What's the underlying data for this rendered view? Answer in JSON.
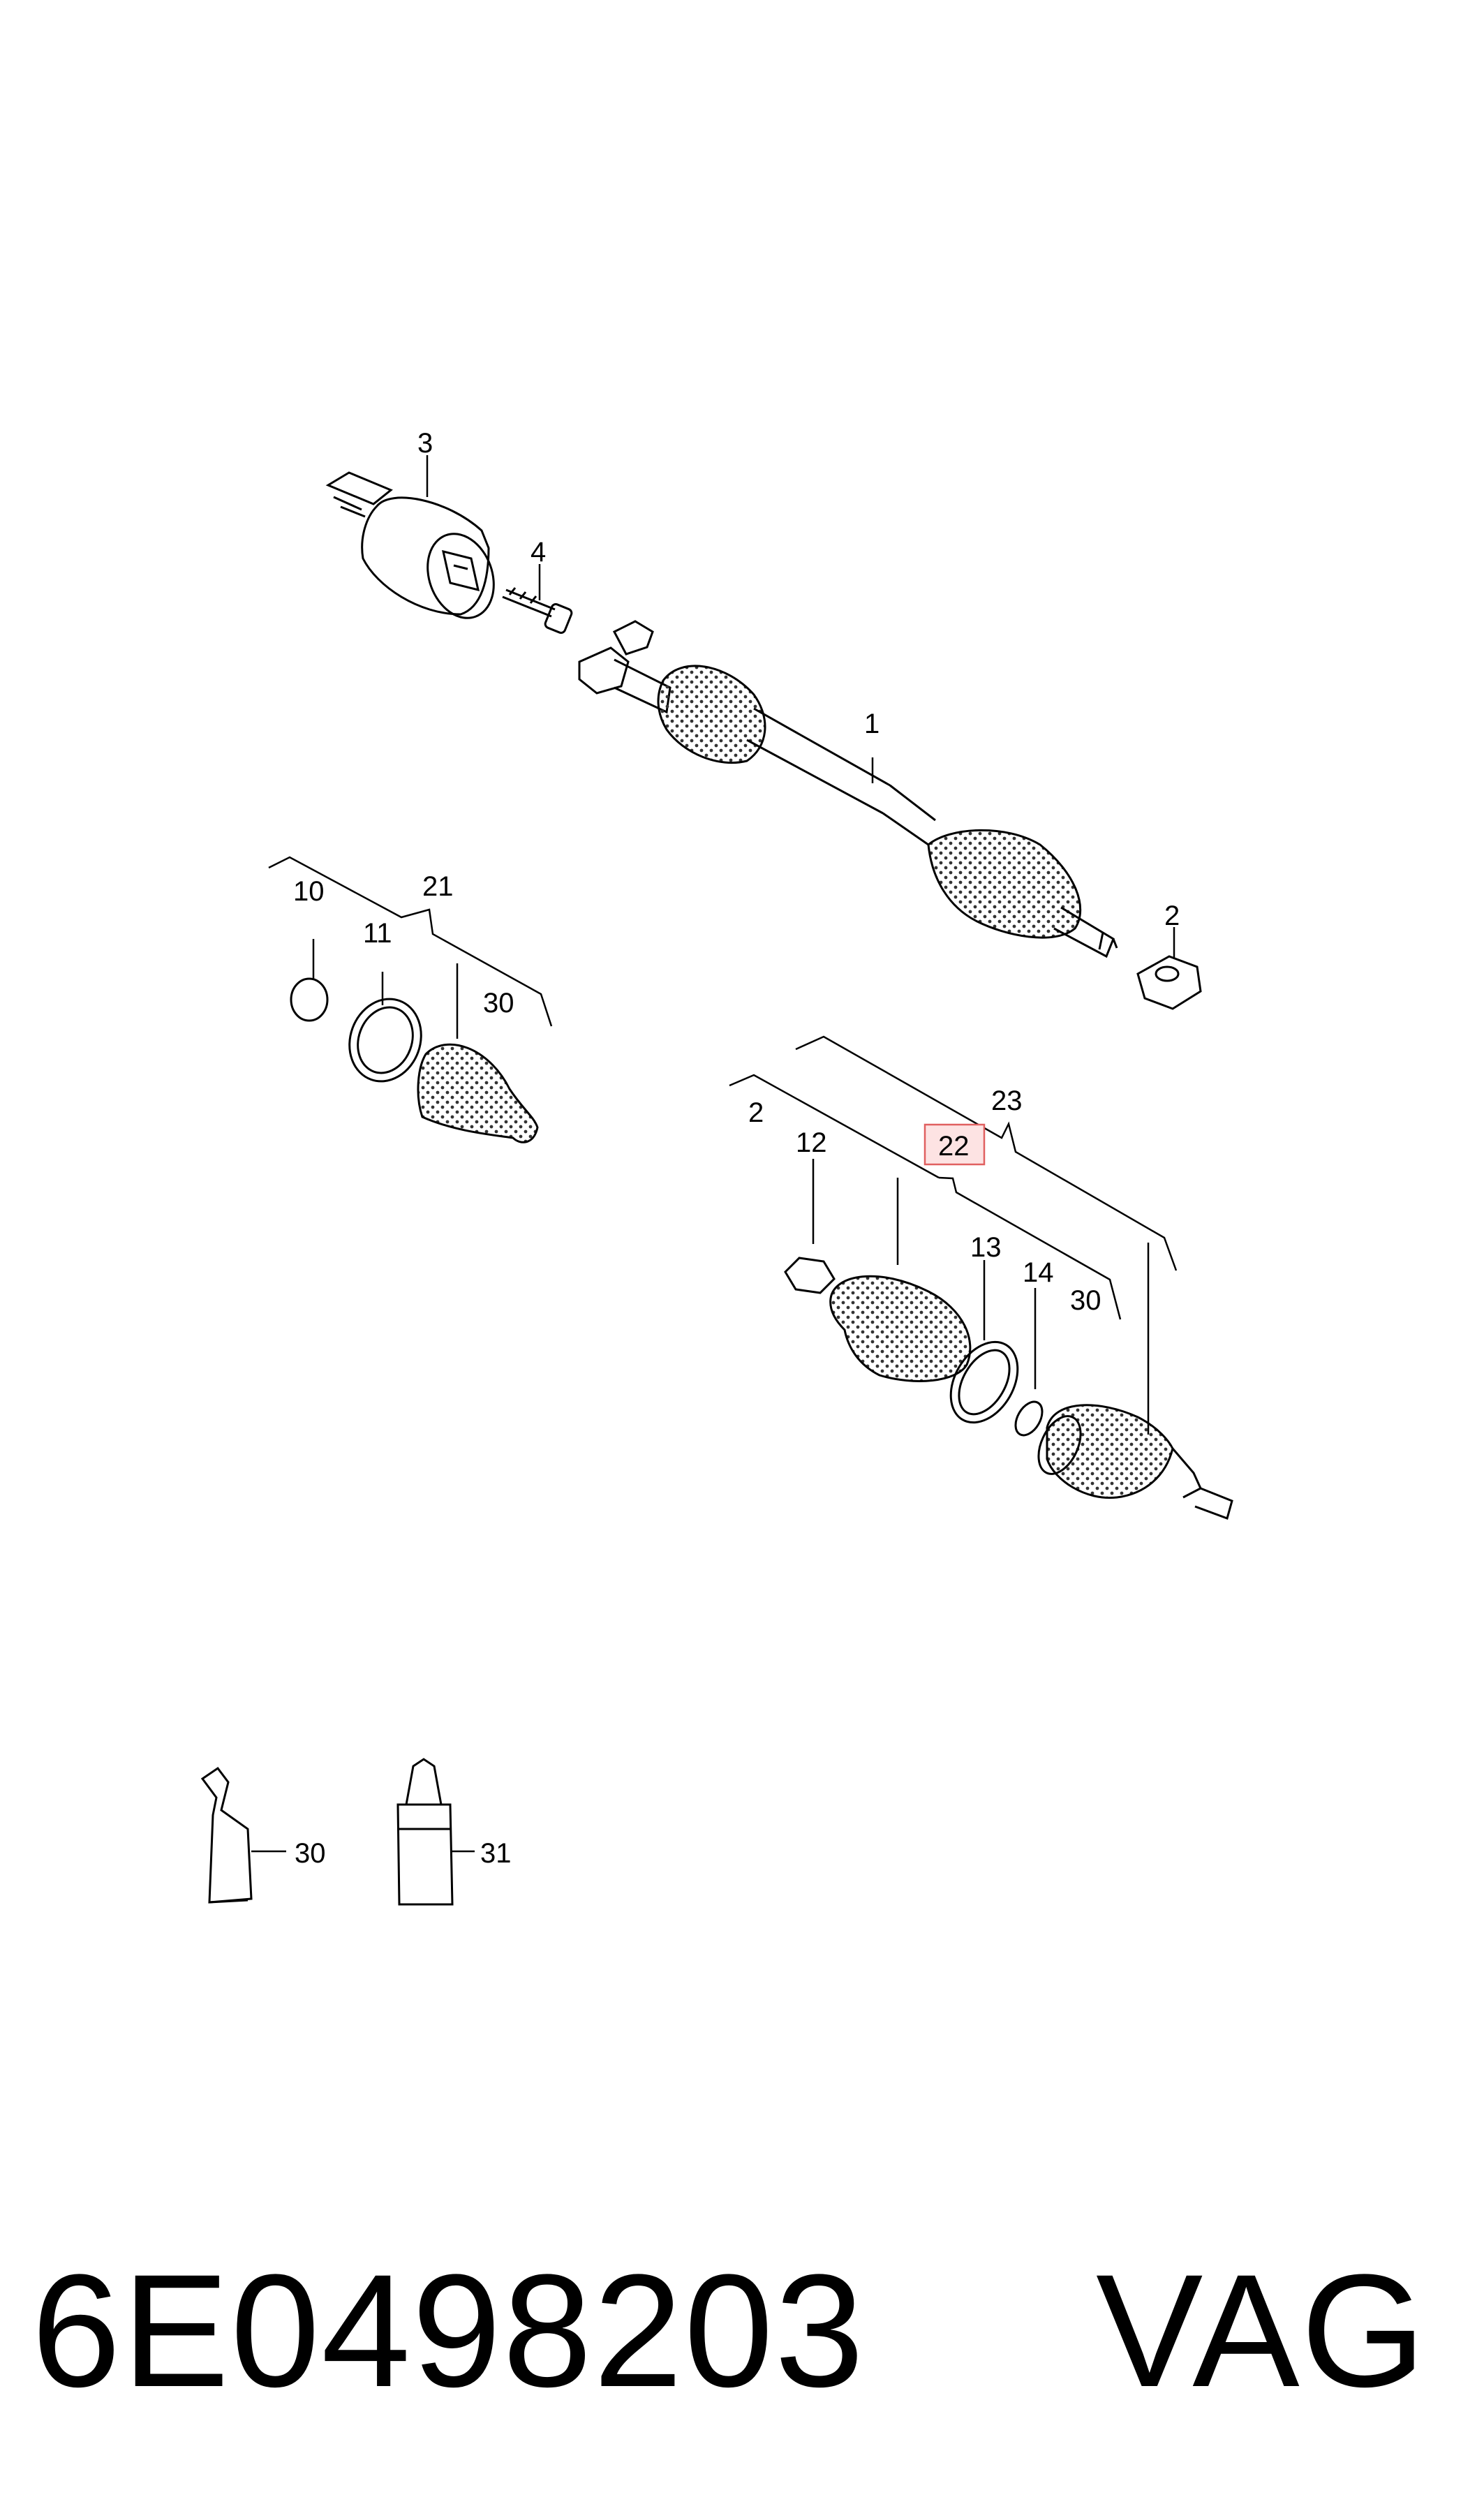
{
  "diagram": {
    "callouts": {
      "c1": "1",
      "c2a": "2",
      "c3": "3",
      "c4": "4",
      "c10": "10",
      "c11": "11",
      "c21": "21",
      "c30a": "30",
      "c2b": "2",
      "c12": "12",
      "c22": "22",
      "c23": "23",
      "c13": "13",
      "c14": "14",
      "c30b": "30",
      "c30c": "30",
      "c31": "31"
    },
    "highlighted_callout": "22",
    "highlight_color": "#e06060"
  },
  "caption": {
    "part_number": "6E0498203",
    "brand": "VAG"
  }
}
